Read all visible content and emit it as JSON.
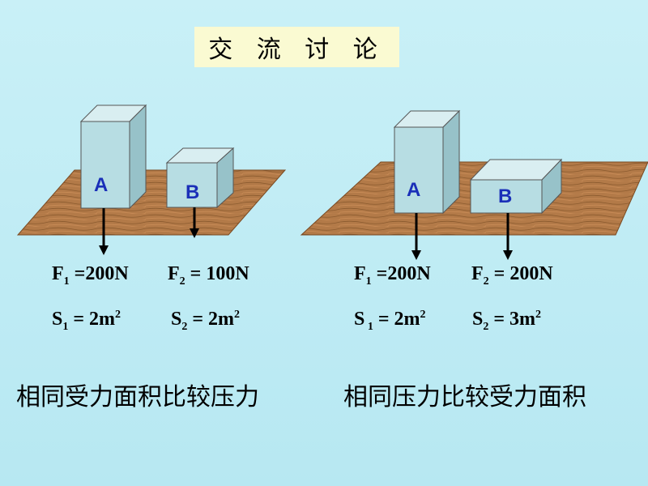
{
  "title": "交 流 讨 论",
  "left_panel": {
    "box_a_label": "A",
    "box_b_label": "B",
    "f1_sym": "F",
    "f1_sub": "1",
    "f1_val": " =200N",
    "f2_sym": "F",
    "f2_sub": "2",
    "f2_val": " = 100N",
    "s1_sym": "S",
    "s1_sub": "1",
    "s1_val": " = 2m",
    "s1_sup": "2",
    "s2_sym": "S",
    "s2_sub": "2",
    "s2_val": "  = 2m",
    "s2_sup": "2",
    "caption": "相同受力面积比较压力"
  },
  "right_panel": {
    "box_a_label": "A",
    "box_b_label": "B",
    "f1_sym": "F",
    "f1_sub": "1",
    "f1_val": " =200N",
    "f2_sym": "F",
    "f2_sub": "2",
    "f2_val": " = 200N",
    "s1_sym": "S",
    "s1_sub": " 1",
    "s1_val": " = 2m",
    "s1_sup": "2",
    "s2_sym": "S",
    "s2_sub": "2",
    "s2_val": " = 3m",
    "s2_sup": "2",
    "caption": "相同压力比较受力面积"
  },
  "colors": {
    "background": "#bfeaf4",
    "title_box": "#fafad2",
    "box_face": "#b7dde3",
    "box_top": "#d9eef1",
    "box_side": "#97c2c9",
    "wood": "#b37a48",
    "label": "#1a2fb8"
  }
}
